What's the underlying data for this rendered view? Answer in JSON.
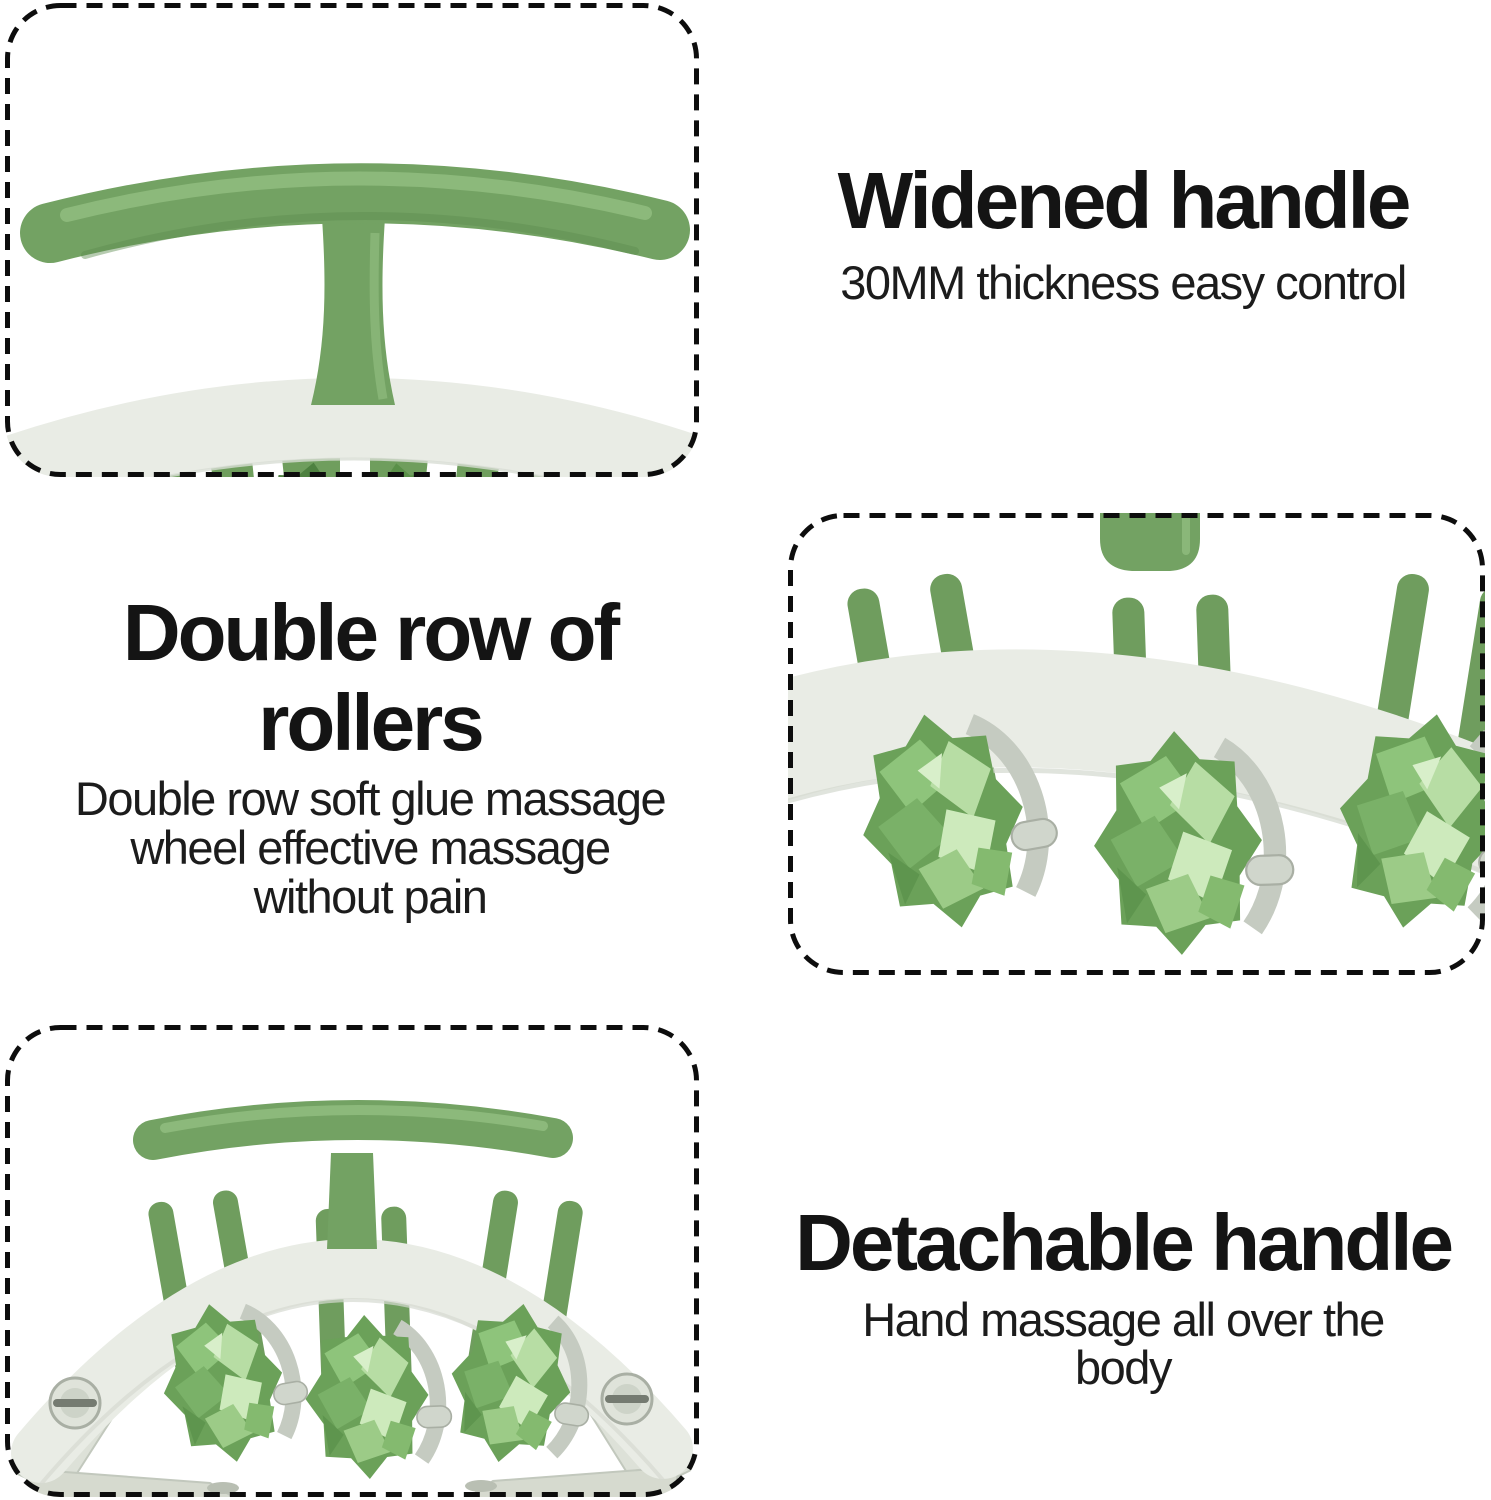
{
  "page": {
    "background": "#ffffff",
    "kind": "product feature infographic"
  },
  "sections": {
    "widened_handle": {
      "title": "Widened handle",
      "subtitle": "30MM thickness easy control"
    },
    "double_row_rollers": {
      "title": "Double row of\nrollers",
      "subtitle": "Double row soft glue massage\nwheel effective massage\nwithout pain"
    },
    "detachable_handle": {
      "title": "Detachable handle",
      "subtitle": "Hand massage all over the\nbody"
    }
  },
  "photos": {
    "top_left": "handle top view close-up",
    "middle_right": "double row rollers close-up",
    "bottom_left": "full massage roller product"
  },
  "colors": {
    "handle_green": "#73a263",
    "handle_green_light": "#8fbb7d",
    "roller_green": "#6ba159",
    "roller_green_light": "#b7dda4",
    "roller_green_pale": "#cdeabc",
    "frame_white": "#e9ece5",
    "metal_gray": "#c5cbc1",
    "dashed_border": "#0d0d0d",
    "text": "#161616",
    "background": "#ffffff"
  }
}
